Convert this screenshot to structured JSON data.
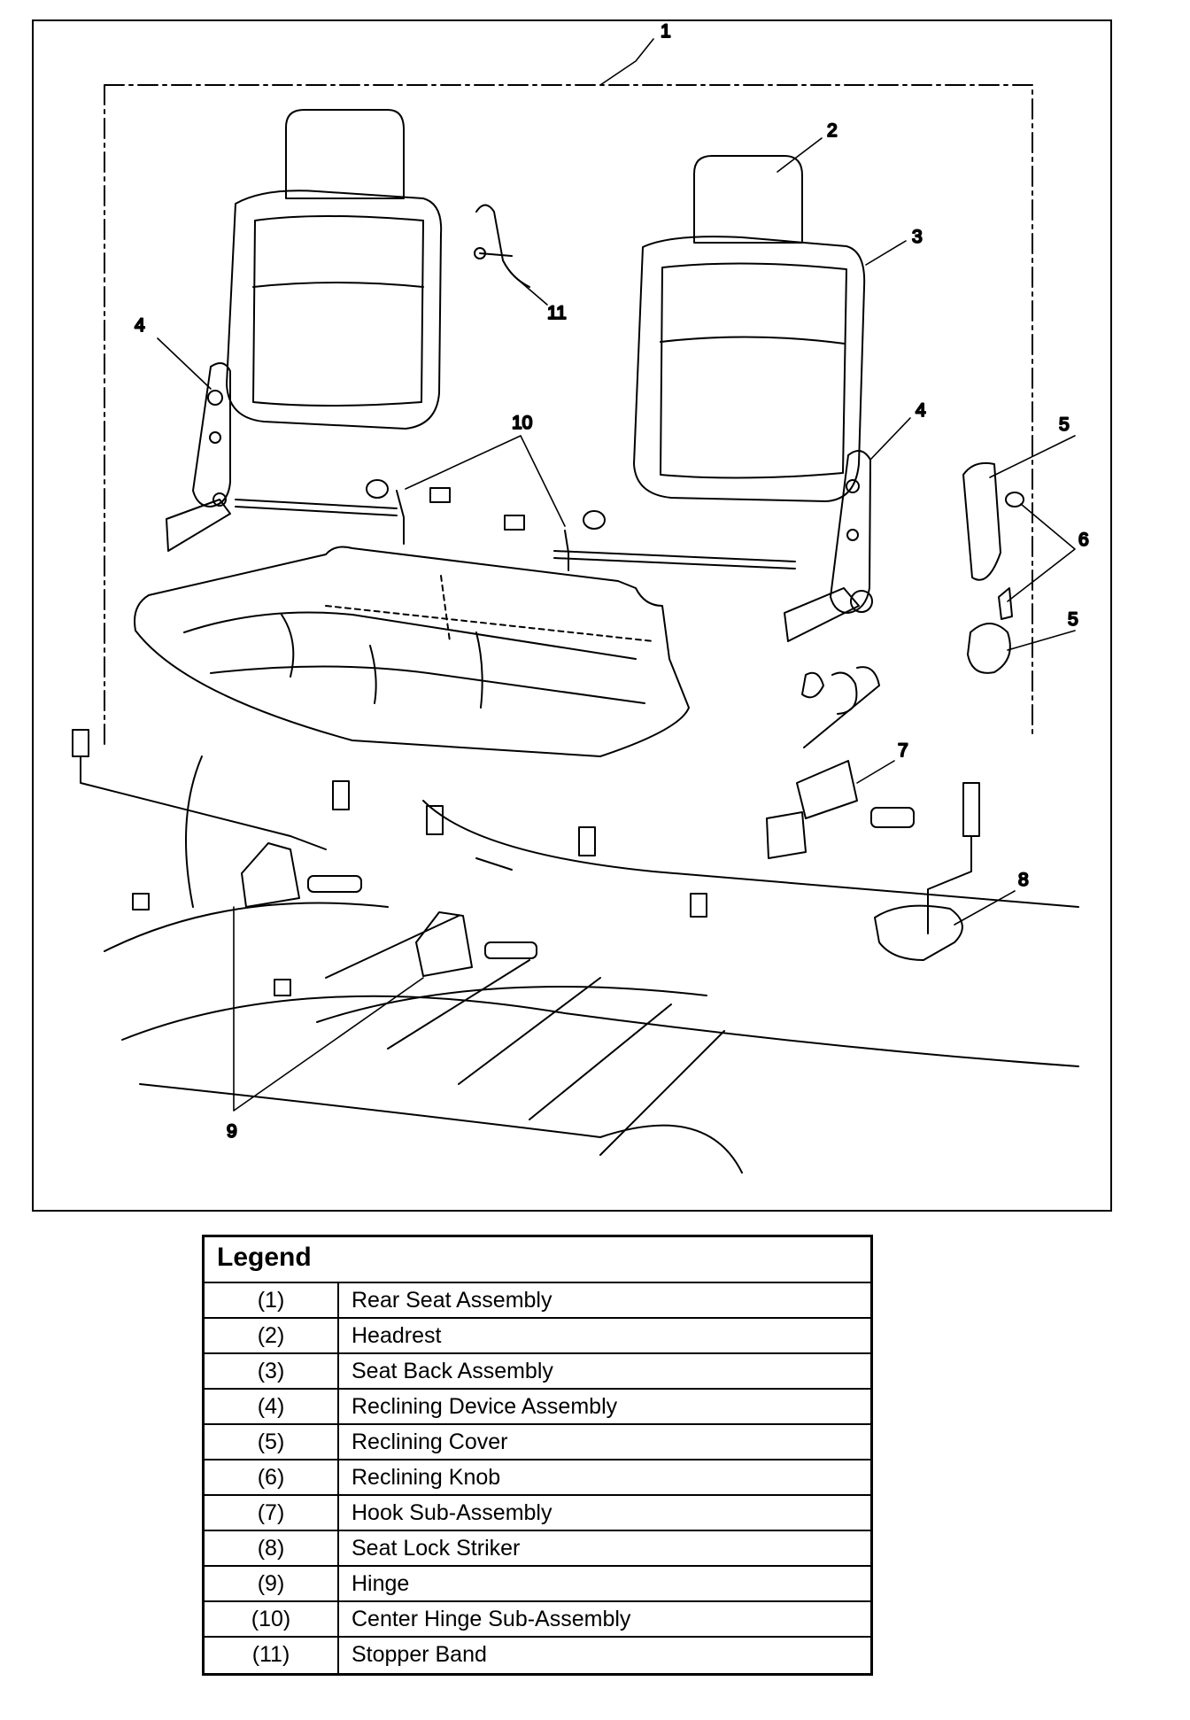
{
  "callouts": [
    "1",
    "2",
    "3",
    "4",
    "4",
    "5",
    "5",
    "6",
    "7",
    "8",
    "9",
    "10",
    "11"
  ],
  "legend": {
    "title": "Legend",
    "rows": [
      {
        "num": "(1)",
        "desc": "Rear Seat Assembly"
      },
      {
        "num": "(2)",
        "desc": "Headrest"
      },
      {
        "num": "(3)",
        "desc": "Seat Back Assembly"
      },
      {
        "num": "(4)",
        "desc": "Reclining Device Assembly"
      },
      {
        "num": "(5)",
        "desc": "Reclining Cover"
      },
      {
        "num": "(6)",
        "desc": "Reclining Knob"
      },
      {
        "num": "(7)",
        "desc": "Hook Sub-Assembly"
      },
      {
        "num": "(8)",
        "desc": "Seat Lock Striker"
      },
      {
        "num": "(9)",
        "desc": "Hinge"
      },
      {
        "num": "(10)",
        "desc": "Center Hinge Sub-Assembly"
      },
      {
        "num": "(11)",
        "desc": "Stopper Band"
      }
    ]
  }
}
